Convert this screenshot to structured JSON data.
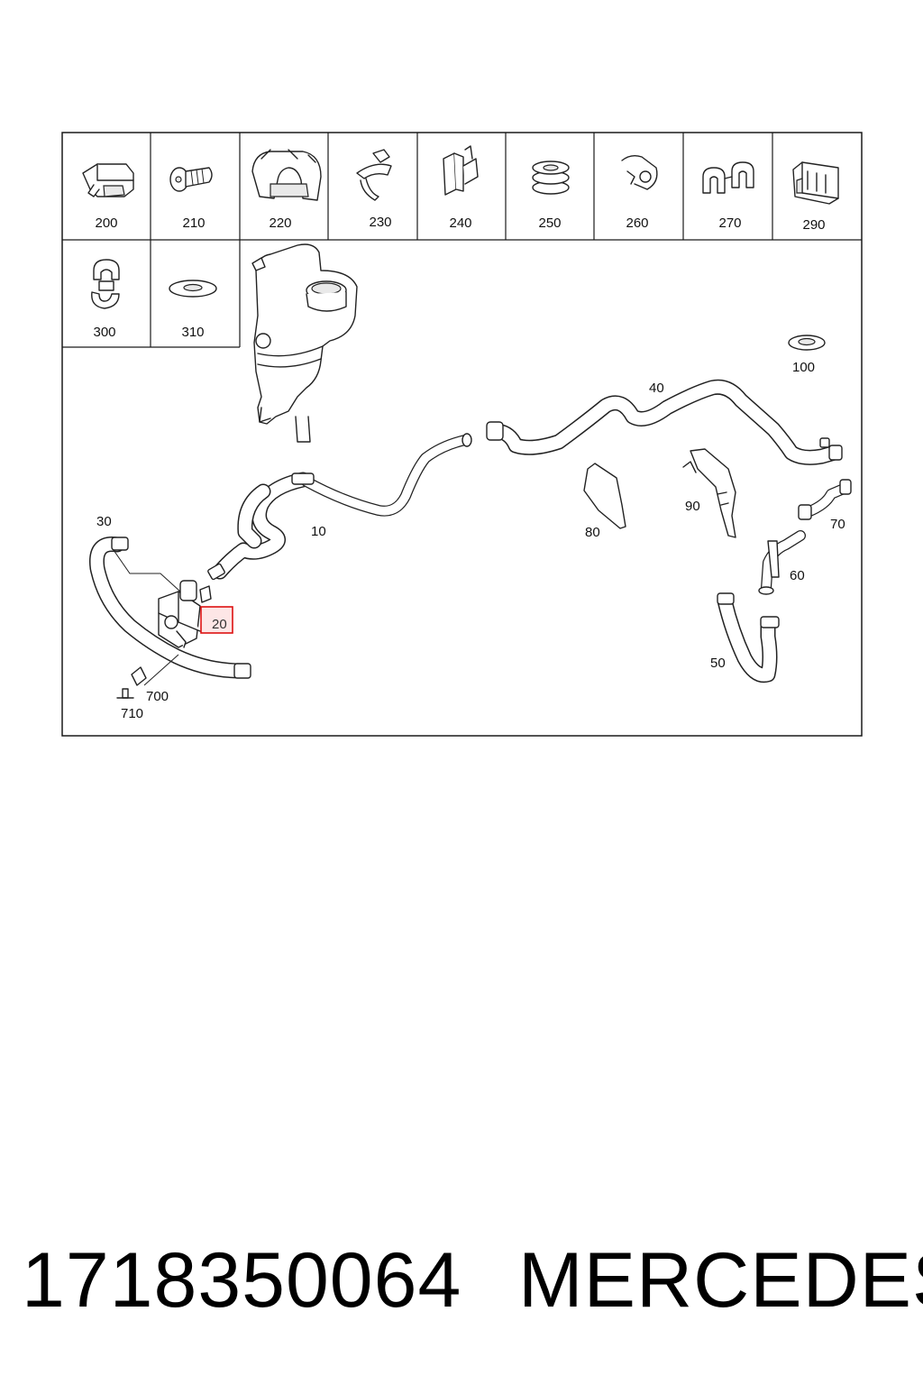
{
  "grid_row1": [
    {
      "label": "200",
      "icon": "bracket-clip-icon"
    },
    {
      "label": "210",
      "icon": "screw-icon"
    },
    {
      "label": "220",
      "icon": "hose-clamp-holder-icon"
    },
    {
      "label": "230",
      "icon": "clip-icon"
    },
    {
      "label": "240",
      "icon": "retainer-clip-icon"
    },
    {
      "label": "250",
      "icon": "grommet-stack-icon"
    },
    {
      "label": "260",
      "icon": "spring-clip-icon"
    },
    {
      "label": "270",
      "icon": "double-clamp-icon"
    },
    {
      "label": "290",
      "icon": "multi-holder-icon"
    }
  ],
  "grid_row2": [
    {
      "label": "300",
      "icon": "double-clip-icon"
    },
    {
      "label": "310",
      "icon": "washer-icon"
    }
  ],
  "callouts": {
    "c10": "10",
    "c20": "20",
    "c30": "30",
    "c40": "40",
    "c50": "50",
    "c60": "60",
    "c70": "70",
    "c80": "80",
    "c90": "90",
    "c100": "100",
    "c700": "700",
    "c710": "710"
  },
  "highlighted_callout": "20",
  "highlight_color": "#d11111",
  "caption": {
    "part_number": "1718350064",
    "brand": "MERCEDES"
  }
}
